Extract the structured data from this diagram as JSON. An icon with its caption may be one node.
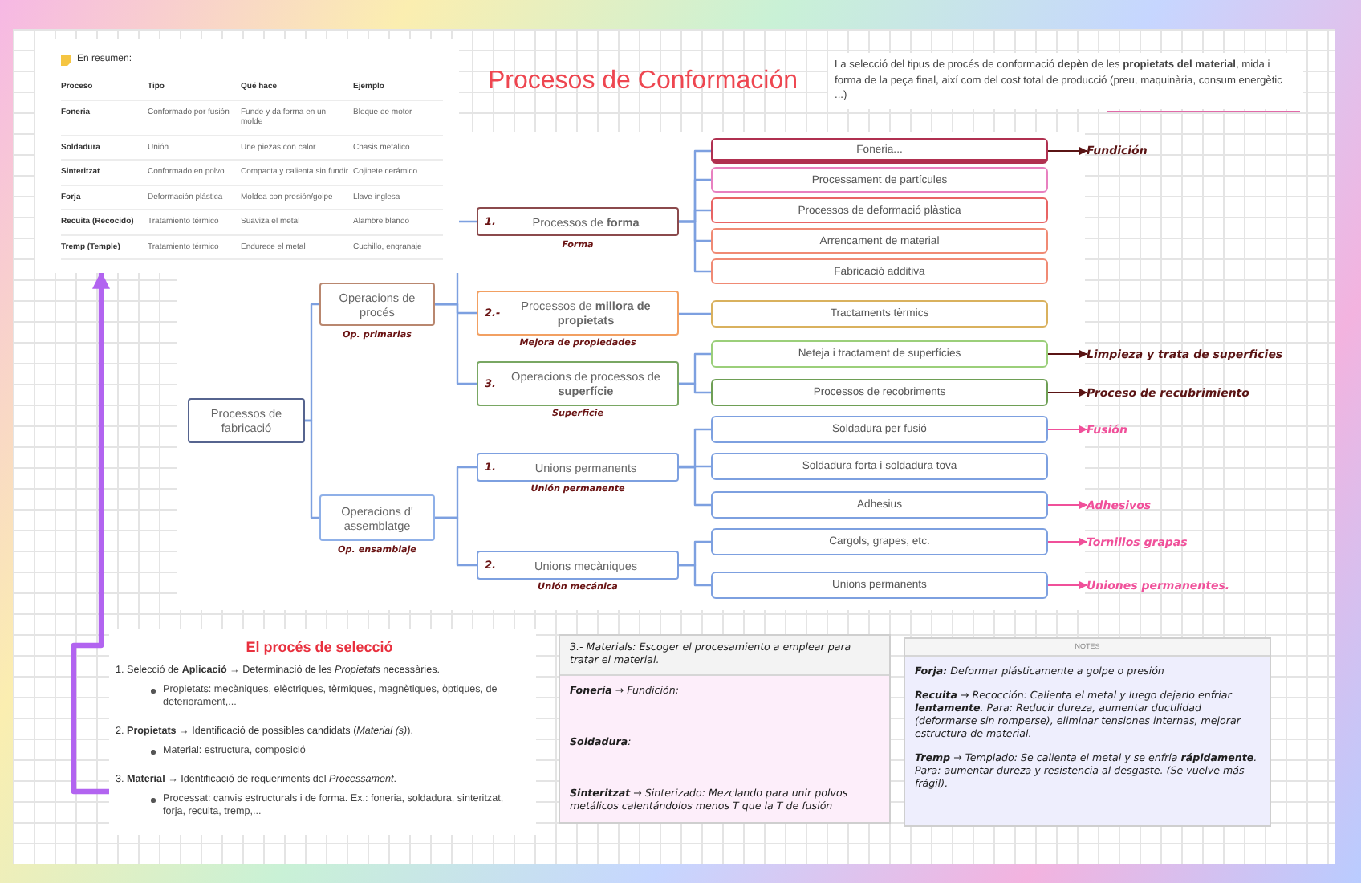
{
  "diagram": {
    "title": "Procesos de Conformación",
    "nodes": [
      {
        "text": [
          "En resumen:",
          "Proceso",
          "Tipo",
          "Qué hace",
          "Ejemplo",
          "Foneria",
          "Conformado por fusión",
          "Funde y da forma en un molde",
          "Bloque de motor",
          "Soldadura",
          "Unión",
          "Une piezas con calor",
          "Chasis metálico",
          "Sinteritzat",
          "Conformado en polvo",
          "Compacta y calienta sin fundir",
          "Cojinete cerámico",
          "Forja",
          "Deformación plástica",
          "Moldea con presión/golpe",
          "Llave inglesa",
          "Recuita (Recocido)",
          "Tratamiento térmico",
          "Suaviza el metal",
          "Alambre blando",
          "Tremp (Temple)",
          "Tratamiento térmico",
          "Endurece el metal",
          "Cuchillo, engranaje"
        ]
      },
      {
        "text": [
          "Processos de fabricació"
        ]
      },
      {
        "text": [
          "Operacions de procés"
        ],
        "beside": [
          "Op. primarias"
        ]
      },
      {
        "text": [
          "Operacions d' assemblatge"
        ],
        "beside": [
          "Op. ensamblaje"
        ]
      },
      {
        "text": [
          "1.",
          "Processos de **forma**"
        ],
        "beside": [
          "Forma"
        ]
      },
      {
        "text": [
          "2.-",
          "Processos de **millora de propietats**"
        ],
        "beside": [
          "Mejora de propiedades"
        ]
      },
      {
        "text": [
          "3.",
          "Operacions de processos de **superfície**"
        ],
        "beside": [
          "Superficie"
        ]
      },
      {
        "text": [
          "1.",
          "Unions permanents"
        ],
        "beside": [
          "Unión permanente"
        ]
      },
      {
        "text": [
          "2.",
          "Unions mecàniques"
        ],
        "beside": [
          "Unión mecánica"
        ]
      },
      {
        "text": [
          "Foneria..."
        ]
      },
      {
        "text": [
          "Processament de partícules"
        ]
      },
      {
        "text": [
          "Processos de deformació plàstica"
        ]
      },
      {
        "text": [
          "Arrencament de material"
        ]
      },
      {
        "text": [
          "Fabricació additiva"
        ]
      },
      {
        "text": [
          "Tractaments tèrmics"
        ]
      },
      {
        "text": [
          "Neteja i tractament de superfícies"
        ]
      },
      {
        "text": [
          "Processos de recobriments"
        ]
      },
      {
        "text": [
          "Soldadura per fusió"
        ]
      },
      {
        "text": [
          "Soldadura forta i soldadura tova"
        ]
      },
      {
        "text": [
          "Adhesius"
        ]
      },
      {
        "text": [
          "Cargols, grapes, etc."
        ]
      },
      {
        "text": [
          "Unions permanents"
        ]
      },
      {
        "text": [
          "Fundición"
        ]
      },
      {
        "text": [
          "Limpieza y trata de superficies"
        ]
      },
      {
        "text": [
          "Proceso de recubrimiento"
        ]
      },
      {
        "text": [
          "Fusión"
        ]
      },
      {
        "text": [
          "Adhesivos"
        ]
      },
      {
        "text": [
          "Tornillos grapas"
        ]
      },
      {
        "text": [
          "Uniones permanentes."
        ]
      },
      {
        "text": [
          "El procés de selecció",
          "1. Selecció de **Aplicació** → Determinació de les *Propietats* necessàries.",
          "Propietats: mecàniques, elèctriques, tèrmiques, magnètiques, òptiques, de deteriorament,...",
          "2. **Propietats** → Identificació de possibles candidats (*Material (s)*).",
          "Material: estructura, composició",
          "3. **Material** → Identificació de requeriments del *Processament*.",
          "Processat: canvis estructurals i de forma. Ex.: foneria, soldadura, sinteritzat, forja, recuita, tremp,..."
        ]
      },
      {
        "text": [
          "3.- Materials: Escoger el procesamiento a emplear para tratar el material.",
          "**Fonería** → Fundición:",
          "**Soldadura**:",
          "**Sinteritzat** → Sinterizado: Mezclando para unir polvos metálicos calentándolos menos T que la T de fusión"
        ]
      },
      {
        "text": [
          "NOTES",
          "**Forja:** Deformar plásticamente a golpe o presión",
          "**Recuita** → Recocción: Calienta el metal y luego dejarlo enfriar **lentamente**. Para: Reducir dureza, aumentar ductilidad (deformarse sin romperse), eliminar tensiones internas, mejorar estructura de material.",
          "**Tremp** → Templado: Se calienta el metal y se enfría **rápidamente**. Para: aumentar dureza y resistencia al desgaste. (Se vuelve más frágil)."
        ]
      }
    ],
    "edges": [
      {
        "from": 1,
        "to": 2,
        "arrow": "none"
      },
      {
        "from": 1,
        "to": 3,
        "arrow": "none"
      },
      {
        "from": 2,
        "to": 4,
        "arrow": "none"
      },
      {
        "from": 2,
        "to": 5,
        "arrow": "none"
      },
      {
        "from": 2,
        "to": 6,
        "arrow": "none"
      },
      {
        "from": 3,
        "to": 7,
        "arrow": "none"
      },
      {
        "from": 3,
        "to": 8,
        "arrow": "none"
      },
      {
        "from": 4,
        "to": 9,
        "arrow": "none"
      },
      {
        "from": 4,
        "to": 10,
        "arrow": "none"
      },
      {
        "from": 4,
        "to": 11,
        "arrow": "none"
      },
      {
        "from": 4,
        "to": 12,
        "arrow": "none"
      },
      {
        "from": 4,
        "to": 13,
        "arrow": "none"
      },
      {
        "from": 5,
        "to": 14,
        "arrow": "none"
      },
      {
        "from": 6,
        "to": 15,
        "arrow": "none"
      },
      {
        "from": 6,
        "to": 16,
        "arrow": "none"
      },
      {
        "from": 7,
        "to": 17,
        "arrow": "none"
      },
      {
        "from": 7,
        "to": 18,
        "arrow": "none"
      },
      {
        "from": 7,
        "to": 19,
        "arrow": "none"
      },
      {
        "from": 8,
        "to": 20,
        "arrow": "none"
      },
      {
        "from": 8,
        "to": 21,
        "arrow": "none"
      },
      {
        "from": 9,
        "to": 22,
        "arrow": "to",
        "color": "#5a1414"
      },
      {
        "from": 15,
        "to": 23,
        "arrow": "to",
        "color": "#5a1414"
      },
      {
        "from": 16,
        "to": 24,
        "arrow": "to",
        "color": "#5a1414"
      },
      {
        "from": 17,
        "to": 25,
        "arrow": "to",
        "color": "#f0509a"
      },
      {
        "from": 19,
        "to": 26,
        "arrow": "to",
        "color": "#f0509a"
      },
      {
        "from": 20,
        "to": 27,
        "arrow": "to",
        "color": "#f0509a"
      },
      {
        "from": 21,
        "to": 28,
        "arrow": "to",
        "color": "#f0509a"
      },
      {
        "from": 29,
        "to": 0,
        "arrow": "to",
        "style": "thick",
        "color": "#b264f0"
      }
    ],
    "labels": [
      "La selecció del tipus de procés de conformació **depèn** de les **propietats del material**, mida i forma de la peça final, així com del cost total de producció (preu, maquinària, consum energètic ...)"
    ]
  }
}
